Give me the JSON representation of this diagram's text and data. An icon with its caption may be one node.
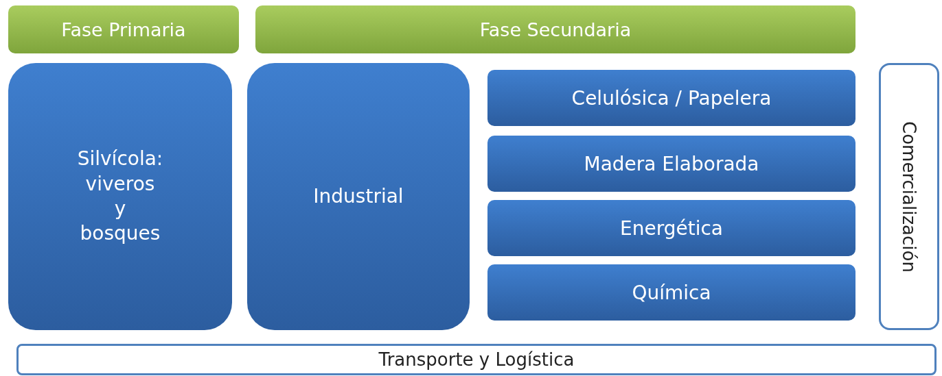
{
  "diagram": {
    "nodes": [
      {
        "text": [
          "Fase Primaria"
        ]
      },
      {
        "text": [
          "Fase Secundaria"
        ]
      },
      {
        "text": [
          "Silvícola: viveros y bosques"
        ]
      },
      {
        "text": [
          "Industrial"
        ]
      },
      {
        "text": [
          "Celulósica / Papelera"
        ]
      },
      {
        "text": [
          "Madera Elaborada"
        ]
      },
      {
        "text": [
          "Energética"
        ]
      },
      {
        "text": [
          "Química"
        ]
      },
      {
        "text": [
          "Comercialización"
        ]
      },
      {
        "text": [
          "Transporte y Logística"
        ]
      }
    ]
  }
}
